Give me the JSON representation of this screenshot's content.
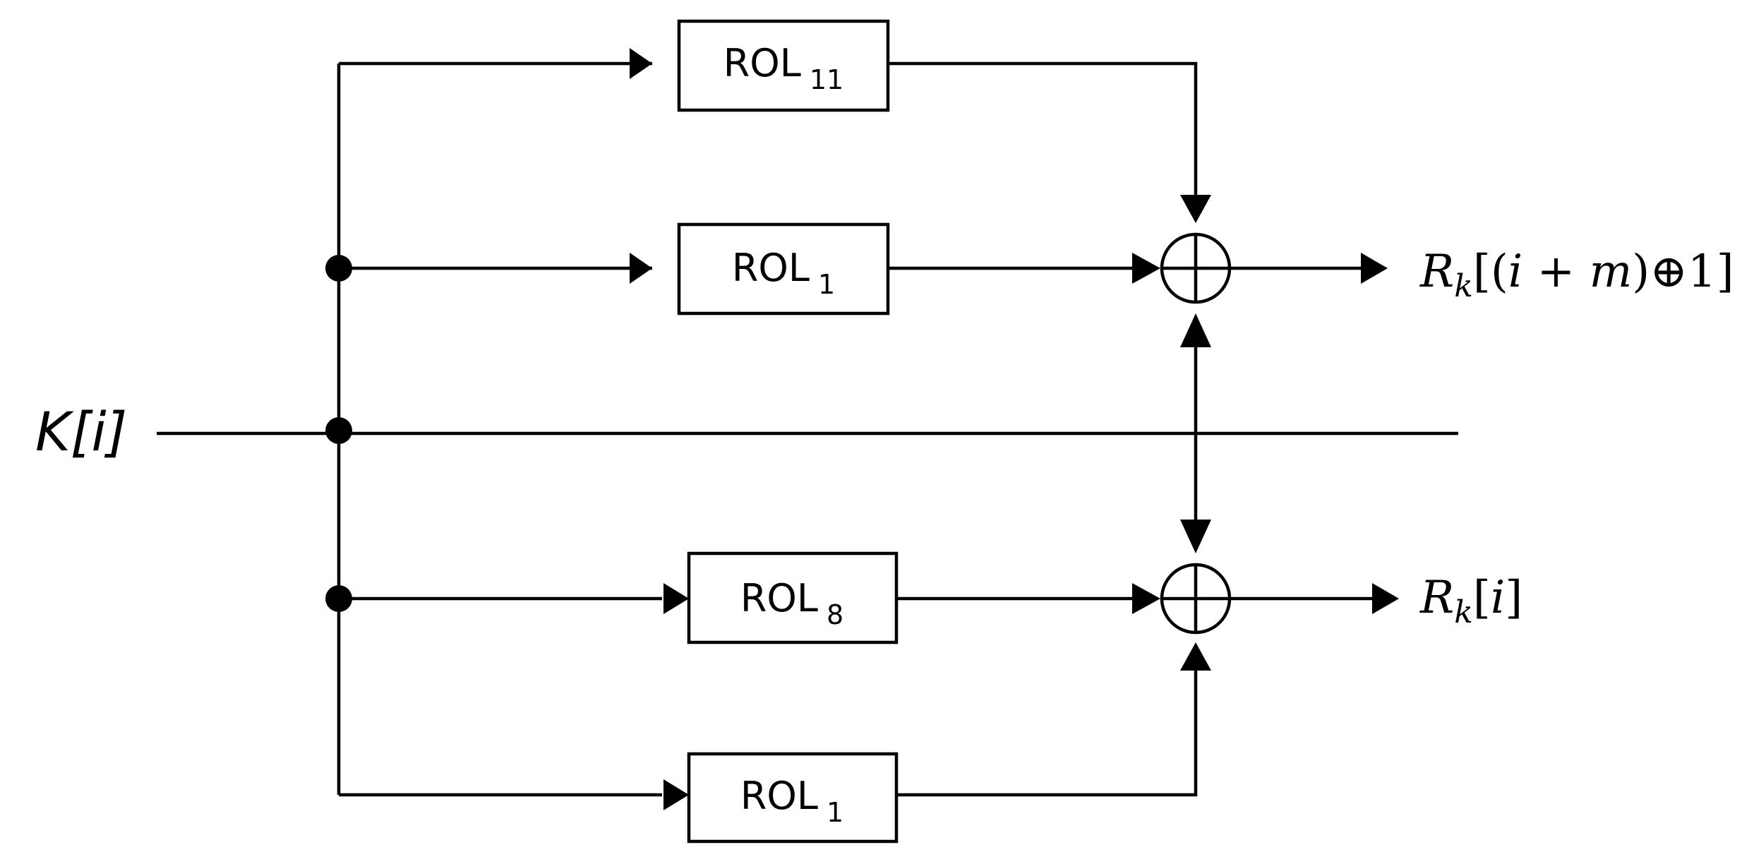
{
  "input": {
    "symbol": "K",
    "index": "[i]"
  },
  "blocks": [
    {
      "name": "ROL",
      "sub": "11"
    },
    {
      "name": "ROL",
      "sub": "1"
    },
    {
      "name": "ROL",
      "sub": "8"
    },
    {
      "name": "ROL",
      "sub": "1"
    }
  ],
  "outputs": [
    {
      "symbol": "R",
      "sub": "k",
      "open": "[(",
      "var_i": "i",
      "op": " + ",
      "var_m": "m",
      "close": ")",
      "xor": "⊕",
      "one": "1",
      "end": "]"
    },
    {
      "symbol": "R",
      "sub": "k",
      "open": "[",
      "var_i": "i",
      "end": "]"
    }
  ]
}
